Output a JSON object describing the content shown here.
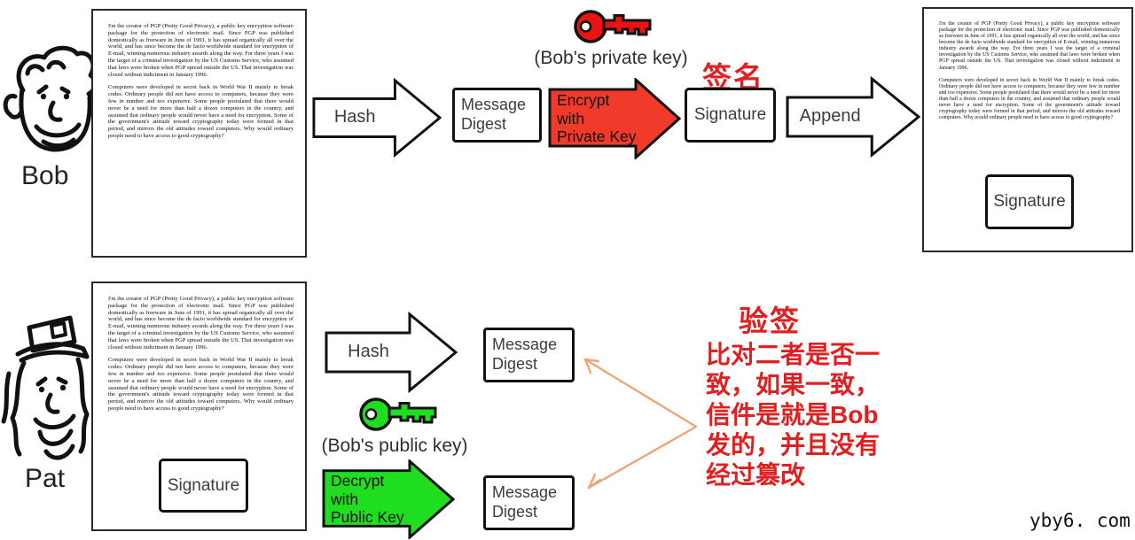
{
  "colors": {
    "arrow_red": "#f23a2a",
    "key_red": "#e91313",
    "green": "#1fdd1f",
    "chinese_red": "#e02020",
    "orange": "#eda575"
  },
  "letter": {
    "paragraph1": "I'm the creator of PGP (Pretty Good Privacy), a public key encryption software package for the protection of electronic mail. Since PGP was published domestically as freeware in June of 1991, it has spread organically all over the world, and has since become the de facto worldwide standard for encryption of E-mail, winning numerous industry awards along the way. For three years I was the target of a criminal investigation by the US Customs Service, who assumed that laws were broken when PGP spread outside the US. That investigation was closed without indictment in January 1996.",
    "paragraph2": "Computers were developed in secret back in World War II mainly to break codes. Ordinary people did not have access to computers, because they were few in number and too expensive. Some people postulated that there would never be a need for more than half a dozen computers in the country, and assumed that ordinary people would never have a need for encryption. Some of the government's attitude toward cryptography today were formed in that period, and mirrors the old attitudes toward computers. Why would ordinary people need to have access to good cryptography?"
  },
  "top_flow": {
    "sender_label": "Bob",
    "hash_label": "Hash",
    "digest_label": "Message\nDigest",
    "private_key_caption": "(Bob's private key)",
    "sign_title": "签名",
    "encrypt_label": "Encrypt with\nPrivate Key",
    "signature_label": "Signature",
    "append_label": "Append",
    "doc_signature_label": "Signature"
  },
  "bottom_flow": {
    "receiver_label": "Pat",
    "doc_signature_label": "Signature",
    "hash_label": "Hash",
    "digest_top_label": "Message\nDigest",
    "public_key_caption": "(Bob's public key)",
    "decrypt_label": "Decrypt with\nPublic Key",
    "digest_bottom_label": "Message\nDigest",
    "verify_title": "验签",
    "verify_text": "比对二者是否一\n致，如果一致，\n信件是就是Bob\n发的，并且没有\n经过篡改"
  },
  "watermark": "yby6. com"
}
